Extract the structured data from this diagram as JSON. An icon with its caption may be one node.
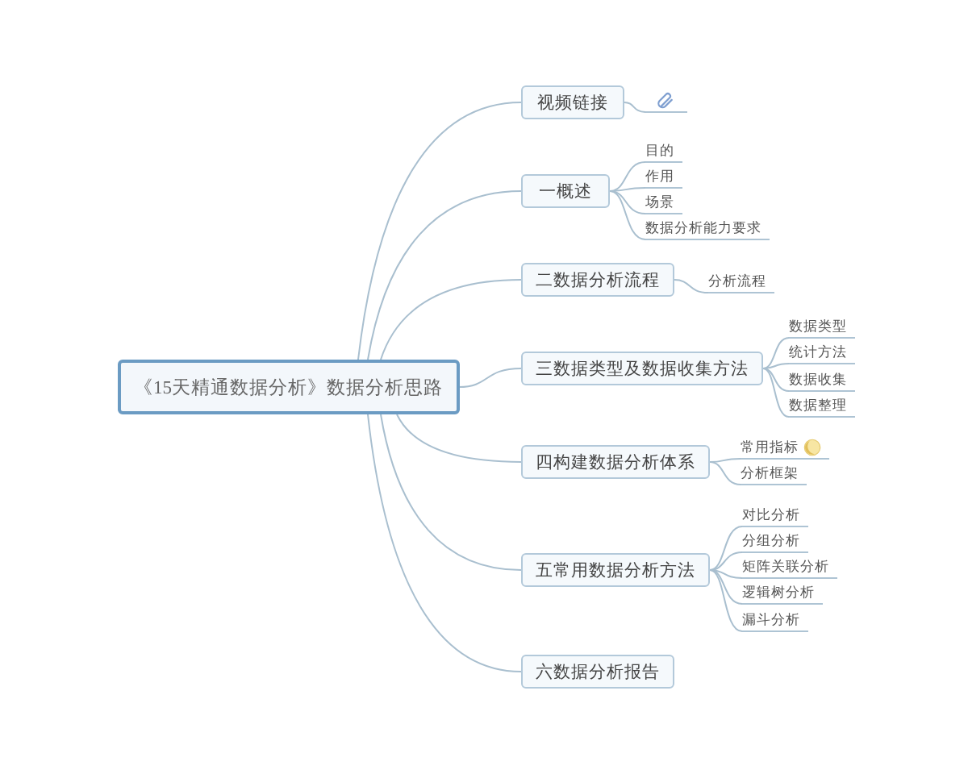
{
  "diagram": {
    "nodes": [
      {
        "text": [
          "《15天精通数据分析》数据分析思路"
        ]
      },
      {
        "text": [
          "视频链接"
        ]
      },
      {
        "text": [],
        "shape": "picture"
      },
      {
        "text": [
          "一概述"
        ]
      },
      {
        "text": [
          "目的"
        ]
      },
      {
        "text": [
          "作用"
        ]
      },
      {
        "text": [
          "场景"
        ]
      },
      {
        "text": [
          "数据分析能力要求"
        ]
      },
      {
        "text": [
          "二数据分析流程"
        ]
      },
      {
        "text": [
          "分析流程"
        ]
      },
      {
        "text": [
          "三数据类型及数据收集方法"
        ]
      },
      {
        "text": [
          "数据类型"
        ]
      },
      {
        "text": [
          "统计方法"
        ]
      },
      {
        "text": [
          "数据收集"
        ]
      },
      {
        "text": [
          "数据整理"
        ]
      },
      {
        "text": [
          "四构建数据分析体系"
        ]
      },
      {
        "text": [
          "常用指标"
        ]
      },
      {
        "text": [
          "分析框架"
        ]
      },
      {
        "text": [
          "五常用数据分析方法"
        ]
      },
      {
        "text": [
          "对比分析"
        ]
      },
      {
        "text": [
          "分组分析"
        ]
      },
      {
        "text": [
          "矩阵关联分析"
        ]
      },
      {
        "text": [
          "逻辑树分析"
        ]
      },
      {
        "text": [
          "漏斗分析"
        ]
      },
      {
        "text": [
          "六数据分析报告"
        ]
      }
    ],
    "edges": [
      {
        "from": 0,
        "to": 1,
        "arrow": "none"
      },
      {
        "from": 1,
        "to": 2,
        "arrow": "none"
      },
      {
        "from": 0,
        "to": 3,
        "arrow": "none"
      },
      {
        "from": 3,
        "to": 4,
        "arrow": "none"
      },
      {
        "from": 3,
        "to": 5,
        "arrow": "none"
      },
      {
        "from": 3,
        "to": 6,
        "arrow": "none"
      },
      {
        "from": 3,
        "to": 7,
        "arrow": "none"
      },
      {
        "from": 0,
        "to": 8,
        "arrow": "none"
      },
      {
        "from": 8,
        "to": 9,
        "arrow": "none"
      },
      {
        "from": 0,
        "to": 10,
        "arrow": "none"
      },
      {
        "from": 10,
        "to": 11,
        "arrow": "none"
      },
      {
        "from": 10,
        "to": 12,
        "arrow": "none"
      },
      {
        "from": 10,
        "to": 13,
        "arrow": "none"
      },
      {
        "from": 10,
        "to": 14,
        "arrow": "none"
      },
      {
        "from": 0,
        "to": 15,
        "arrow": "none"
      },
      {
        "from": 15,
        "to": 16,
        "arrow": "none"
      },
      {
        "from": 15,
        "to": 17,
        "arrow": "none"
      },
      {
        "from": 0,
        "to": 18,
        "arrow": "none"
      },
      {
        "from": 18,
        "to": 19,
        "arrow": "none"
      },
      {
        "from": 18,
        "to": 20,
        "arrow": "none"
      },
      {
        "from": 18,
        "to": 21,
        "arrow": "none"
      },
      {
        "from": 18,
        "to": 22,
        "arrow": "none"
      },
      {
        "from": 18,
        "to": 23,
        "arrow": "none"
      },
      {
        "from": 0,
        "to": 24,
        "arrow": "none"
      }
    ]
  }
}
